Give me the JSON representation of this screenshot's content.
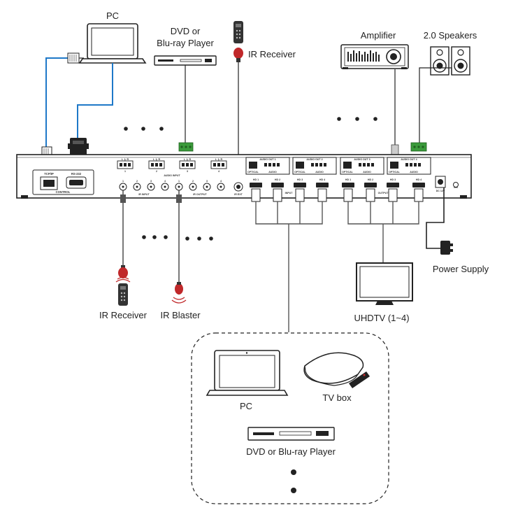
{
  "labels": {
    "pc_top": "PC",
    "dvd_top_line1": "DVD or",
    "dvd_top_line2": "Blu-ray Player",
    "ir_receiver_top": "IR Receiver",
    "amplifier": "Amplifier",
    "speakers": "2.0 Speakers",
    "power_supply": "Power Supply",
    "uhdtv": "UHDTV (1~4)",
    "ir_receiver_bottom": "IR Receiver",
    "ir_blaster": "IR Blaster",
    "pc_bottom": "PC",
    "tv_box": "TV box",
    "dvd_bottom": "DVD or Blu-ray Player"
  },
  "panel": {
    "tcpip": "TCP/IP",
    "rs232": "RS-232",
    "control": "CONTROL",
    "audio_input": "AUDIO INPUT",
    "ir_input": "IR INPUT",
    "ir_output": "IR OUTPUT",
    "ir_ext": "IR EXT",
    "input": "INPUT",
    "output": "OUTPUT",
    "audio_out_1": "AUDIO OUT 1",
    "audio_out_2": "AUDIO OUT 2",
    "audio_out_3": "AUDIO OUT 3",
    "audio_out_4": "AUDIO OUT 4",
    "optical": "OPTICAL",
    "audio": "AUDIO",
    "hd1": "HD 1",
    "hd2": "HD 2",
    "hd3": "HD 3",
    "hd4": "HD 4",
    "dc": "DC 12V",
    "n1": "1",
    "n2": "2",
    "n3": "3",
    "n4": "4",
    "lr": "L ⏚ R"
  },
  "colors": {
    "cable_blue": "#1e78c8",
    "terminal_green": "#3a9a3a",
    "ir_red": "#c0282a",
    "line": "#222222"
  }
}
